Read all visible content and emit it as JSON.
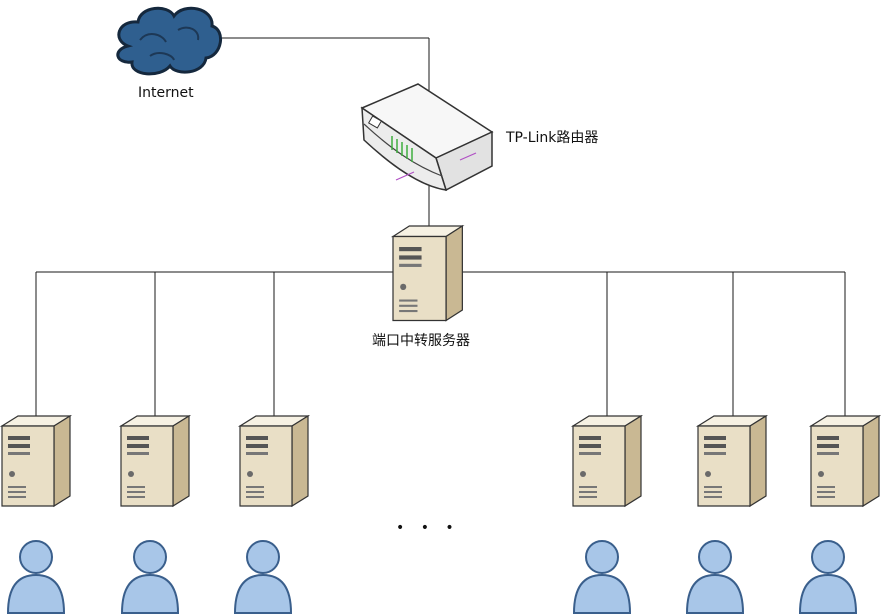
{
  "labels": {
    "internet": "Internet",
    "router": "TP-Link路由器",
    "relay_server": "端口中转服务器",
    "ellipsis": "• • •"
  },
  "colors": {
    "line": "#1a1a1a",
    "cloud": "#2f5f8f",
    "cloud_dark": "#15283d",
    "server_front": "#e9dfc6",
    "server_side": "#c9b893",
    "server_top": "#f6f1e3",
    "user_body": "#a8c6e8",
    "user_stroke": "#3a5f8c",
    "router_body": "#f2f2f2",
    "router_led": "#3fae3f",
    "router_accent": "#b04fc4"
  },
  "icons": {
    "cloud": "cloud-icon",
    "router": "router-icon",
    "server": "server-icon",
    "user": "user-icon"
  },
  "clients": [
    {
      "id": 1
    },
    {
      "id": 2
    },
    {
      "id": 3
    },
    {
      "id": 4
    },
    {
      "id": 5
    },
    {
      "id": 6
    }
  ]
}
